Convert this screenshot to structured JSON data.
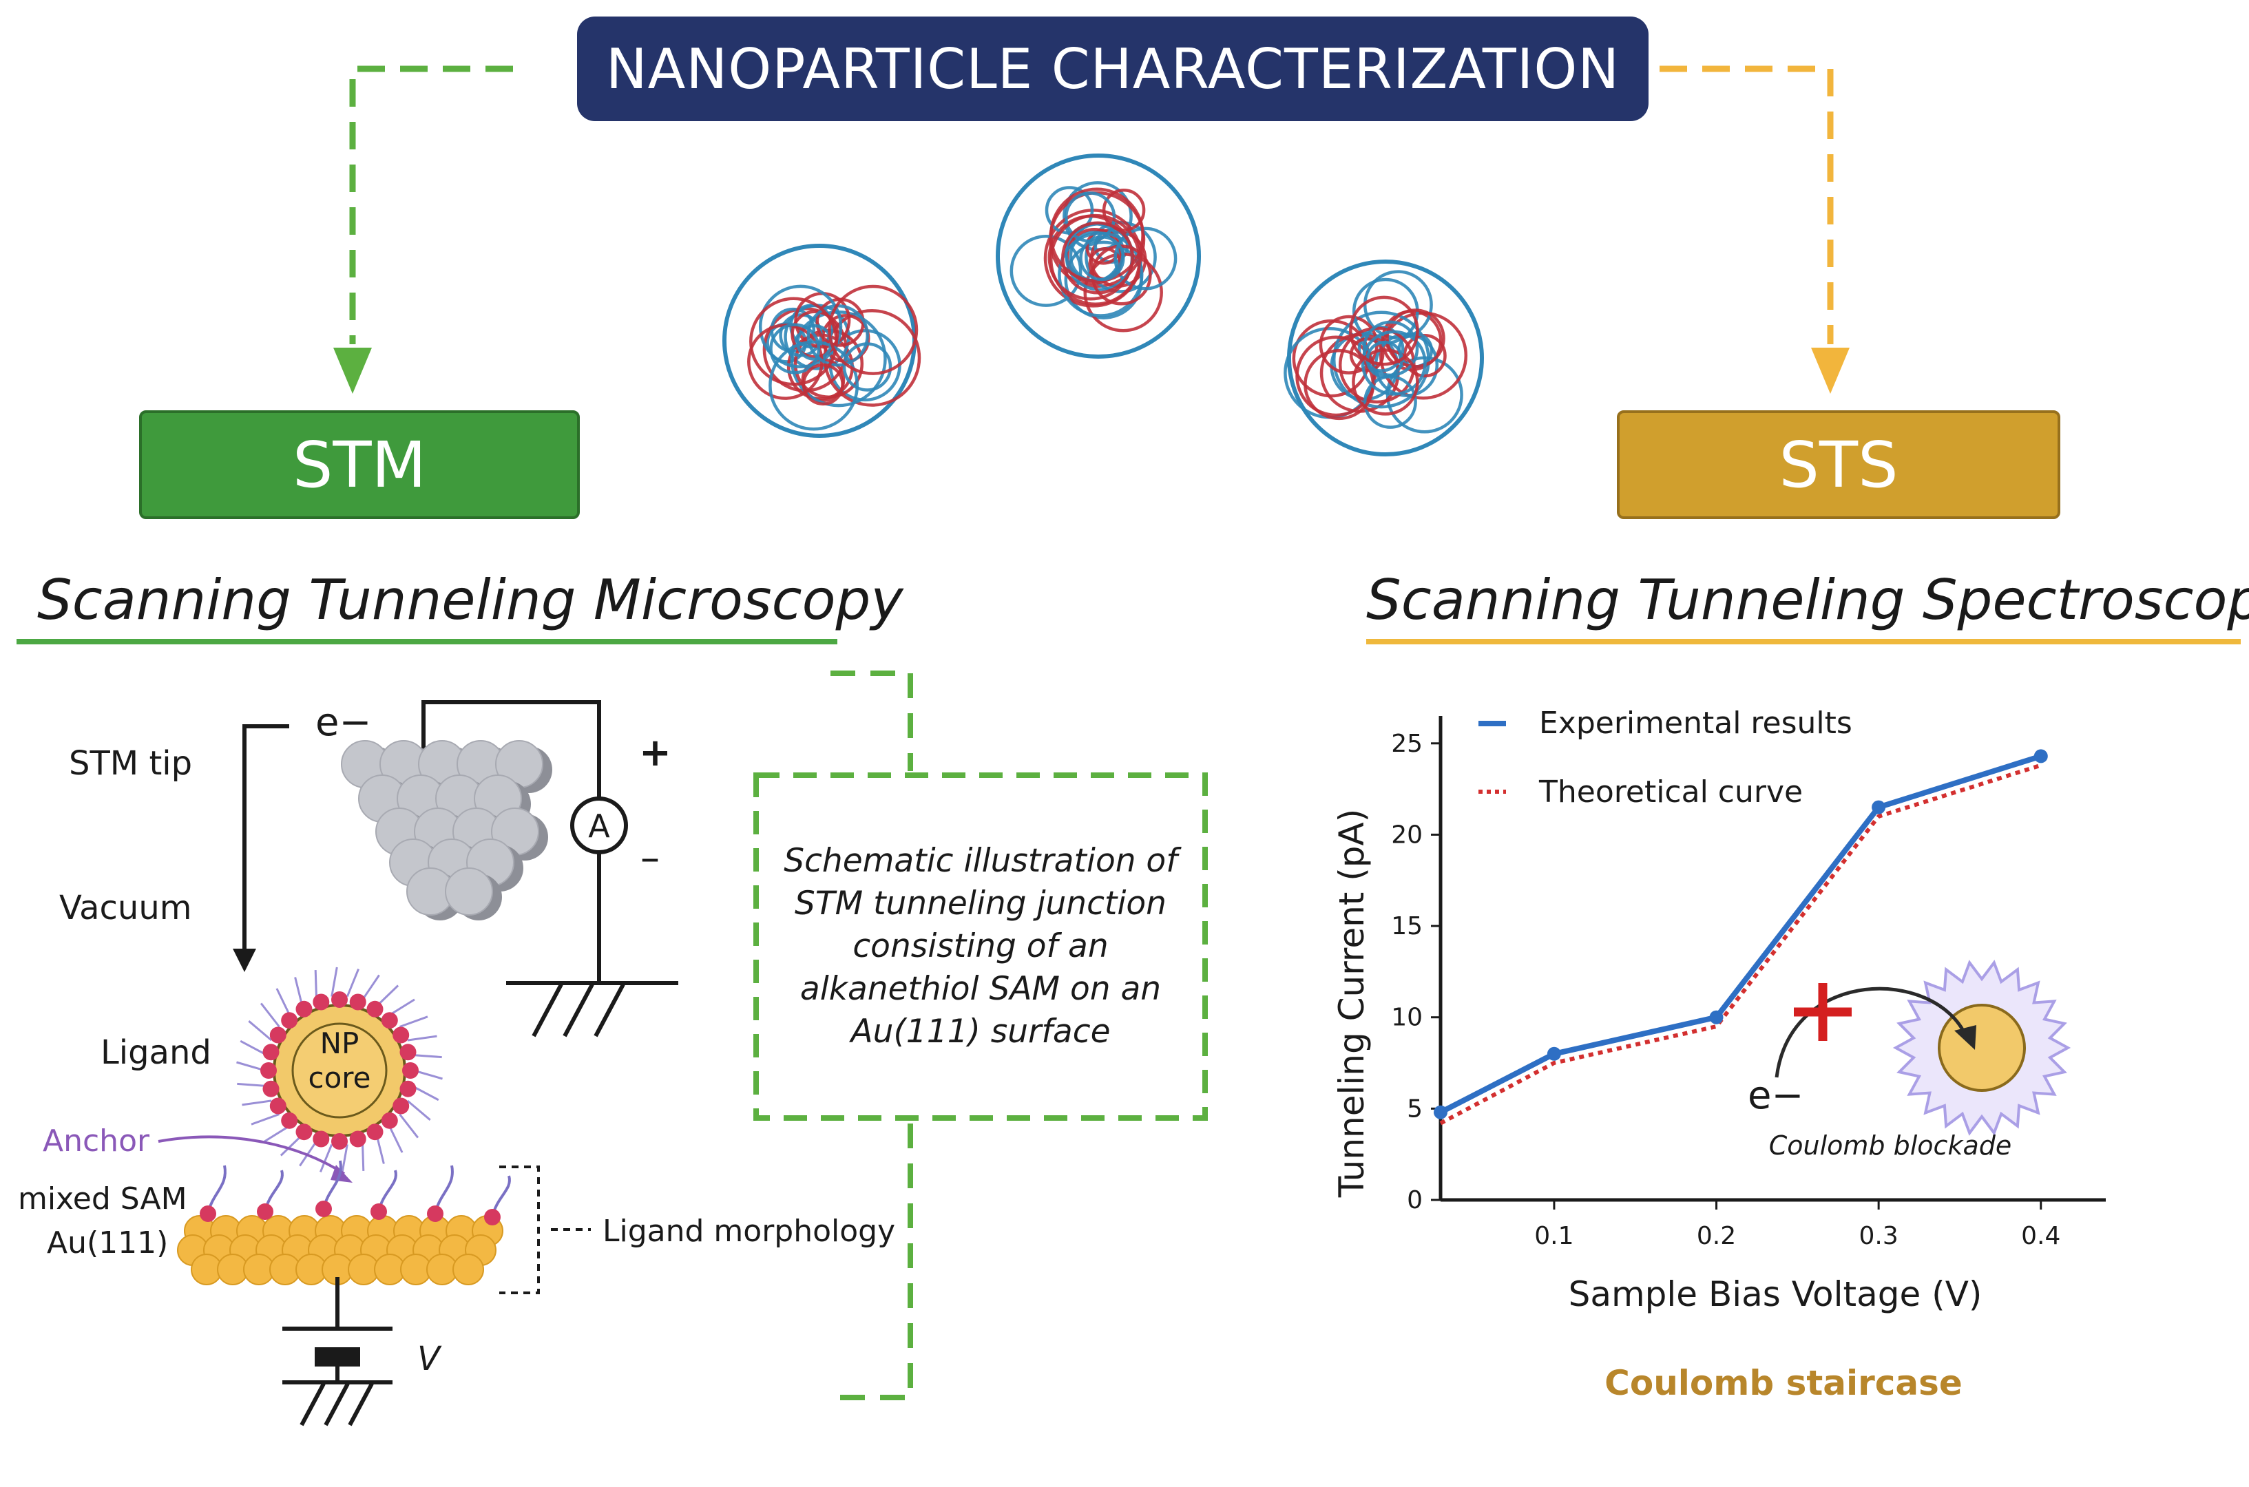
{
  "header": {
    "title": "NANOPARTICLE CHARACTERIZATION"
  },
  "stm": {
    "label": "STM",
    "title": "Scanning Tunneling Microscopy",
    "diagram": {
      "electron": "e−",
      "tip_label": "STM tip",
      "vacuum_label": "Vacuum",
      "ammeter_symbol": "A",
      "plus": "+",
      "minus": "–",
      "ligand_label": "Ligand",
      "np_core_line1": "NP",
      "np_core_line2": "core",
      "anchor_label": "Anchor",
      "sam_label": "mixed SAM",
      "surface_label": "Au(111)",
      "morphology_label": "Ligand morphology",
      "voltage_label": "V"
    },
    "caption": "Schematic illustration of STM tunneling junction consisting of an alkanethiol SAM on an Au(111) surface"
  },
  "sts": {
    "label": "STS",
    "title": "Scanning Tunneling Spectroscopy",
    "chart_caption": "Coulomb staircase",
    "inset": {
      "electron": "e−",
      "label": "Coulomb blockade"
    }
  },
  "colors": {
    "title_bg": "#25346a",
    "stm_green": "#3f9a3c",
    "sts_gold": "#d09f2d",
    "experimental": "#2e6fc4",
    "theoretical": "#d32f2f",
    "np_red": "#c0303a",
    "np_blue": "#2f87b8"
  },
  "chart_data": {
    "type": "line",
    "xlabel": "Sample Bias Voltage (V)",
    "ylabel": "Tunneling Current (pA)",
    "x_ticks": [
      "0.1",
      "0.2",
      "0.3",
      "0.4"
    ],
    "y_ticks": [
      "0",
      "5",
      "10",
      "15",
      "20",
      "25"
    ],
    "xlim": [
      0.03,
      0.44
    ],
    "ylim": [
      0,
      26.5
    ],
    "legend_position": "top-left",
    "grid": false,
    "series": [
      {
        "name": "Experimental results",
        "style": "solid",
        "color": "#2e6fc4",
        "x": [
          0.03,
          0.1,
          0.2,
          0.3,
          0.4
        ],
        "y": [
          4.8,
          8.0,
          10.0,
          21.5,
          24.3
        ]
      },
      {
        "name": "Theoretical curve",
        "style": "dotted",
        "color": "#d32f2f",
        "x": [
          0.03,
          0.1,
          0.2,
          0.3,
          0.4
        ],
        "y": [
          4.2,
          7.5,
          9.5,
          21.0,
          23.8
        ]
      }
    ]
  }
}
